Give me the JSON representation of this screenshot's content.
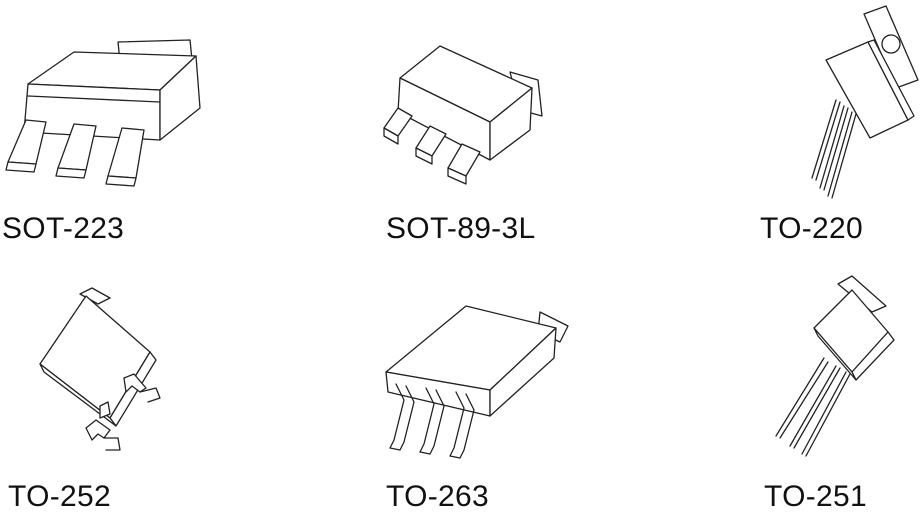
{
  "packages": [
    {
      "label": "SOT-223"
    },
    {
      "label": "SOT-89-3L"
    },
    {
      "label": "TO-220"
    },
    {
      "label": "TO-252"
    },
    {
      "label": "TO-263"
    },
    {
      "label": "TO-251"
    }
  ]
}
